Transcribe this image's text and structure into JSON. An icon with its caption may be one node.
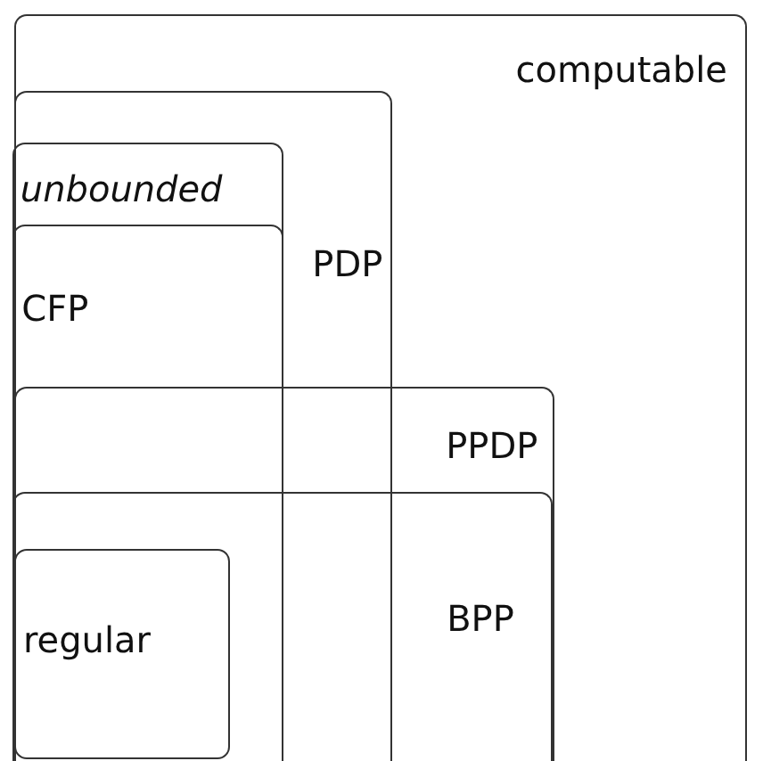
{
  "diagram": {
    "nodes": [
      {
        "text": [
          "computable"
        ]
      },
      {
        "text": [
          "PDP"
        ],
        "in": 0
      },
      {
        "text": [
          "unbounded"
        ],
        "in": 1
      },
      {
        "text": [
          "CFP"
        ],
        "in": 2
      },
      {
        "text": [
          "PPDP"
        ],
        "in": 0
      },
      {
        "text": [
          "BPP"
        ],
        "in": 4
      },
      {
        "text": [
          "regular"
        ]
      }
    ]
  }
}
